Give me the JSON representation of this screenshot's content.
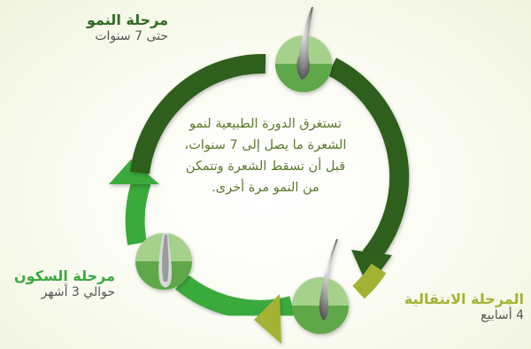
{
  "colors": {
    "growth": "#2f6a22",
    "transition": "#a3b233",
    "resting": "#3aaa3c",
    "center_text": "#5a7a2c",
    "arc_dark": "#2e5e1f",
    "arc_light": "#35a43a"
  },
  "stages": {
    "growth": {
      "title": "مرحلة النمو",
      "duration": "حتى 7 سنوات"
    },
    "transition": {
      "title": "المرحلة الانتقالية",
      "duration": "4 أسابيع"
    },
    "resting": {
      "title": "مرحلة السكون",
      "duration": "حوالي 3 أشهر"
    }
  },
  "center_text": "تستغرق الدورة الطبيعية لنمو الشعرة ما يصل إلى 7 سنوات، قبل أن تسقط الشعرة وتتمكن من النمو مرة أخرى.",
  "icons": {
    "growth": "hair-follicle-growth-icon",
    "transition": "hair-follicle-transition-icon",
    "resting": "hair-follicle-resting-icon"
  }
}
